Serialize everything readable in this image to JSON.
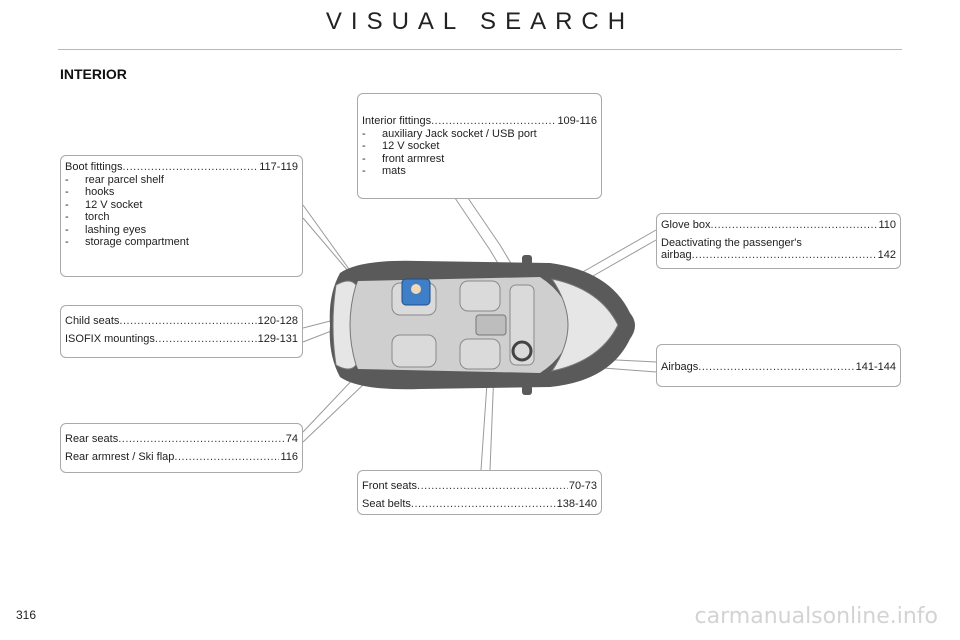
{
  "page": {
    "title": "VISUAL SEARCH",
    "section": "INTERIOR",
    "page_number": "316",
    "watermark": "carmanualsonline.info"
  },
  "boxes": {
    "boot": {
      "rows": [
        {
          "label": "Boot fittings",
          "pages": "117-119"
        }
      ],
      "items": [
        "rear parcel shelf",
        "hooks",
        "12 V socket",
        "torch",
        "lashing eyes",
        "storage compartment"
      ]
    },
    "interior": {
      "rows": [
        {
          "label": "Interior fittings",
          "pages": "109-116"
        }
      ],
      "items": [
        "auxiliary Jack socket / USB port",
        "12 V socket",
        "front armrest",
        "mats"
      ]
    },
    "glovebox": {
      "rows": [
        {
          "label": "Glove box",
          "pages": "110"
        }
      ],
      "note_line1": "Deactivating the passenger's",
      "note_line2_label": "airbag",
      "note_line2_pages": "142"
    },
    "child": {
      "rows": [
        {
          "label": "Child seats",
          "pages": "120-128"
        },
        {
          "label": "ISOFIX mountings ",
          "pages": "129-131"
        }
      ]
    },
    "airbags": {
      "rows": [
        {
          "label": "Airbags ",
          "pages": "141-144"
        }
      ]
    },
    "rear": {
      "rows": [
        {
          "label": "Rear seats ",
          "pages": "74"
        },
        {
          "label": "Rear armrest / Ski flap",
          "pages": "116"
        }
      ]
    },
    "front": {
      "rows": [
        {
          "label": "Front seats",
          "pages": "70-73"
        },
        {
          "label": "Seat belts",
          "pages": "138-140"
        }
      ]
    }
  },
  "colors": {
    "border": "#a9a9a9",
    "car_body": "#5a5a5a",
    "interior": "#cfcfcf",
    "child_seat": "#3f7fc8"
  },
  "icons": [
    "car-top-view-illustration",
    "child-seat-icon"
  ]
}
